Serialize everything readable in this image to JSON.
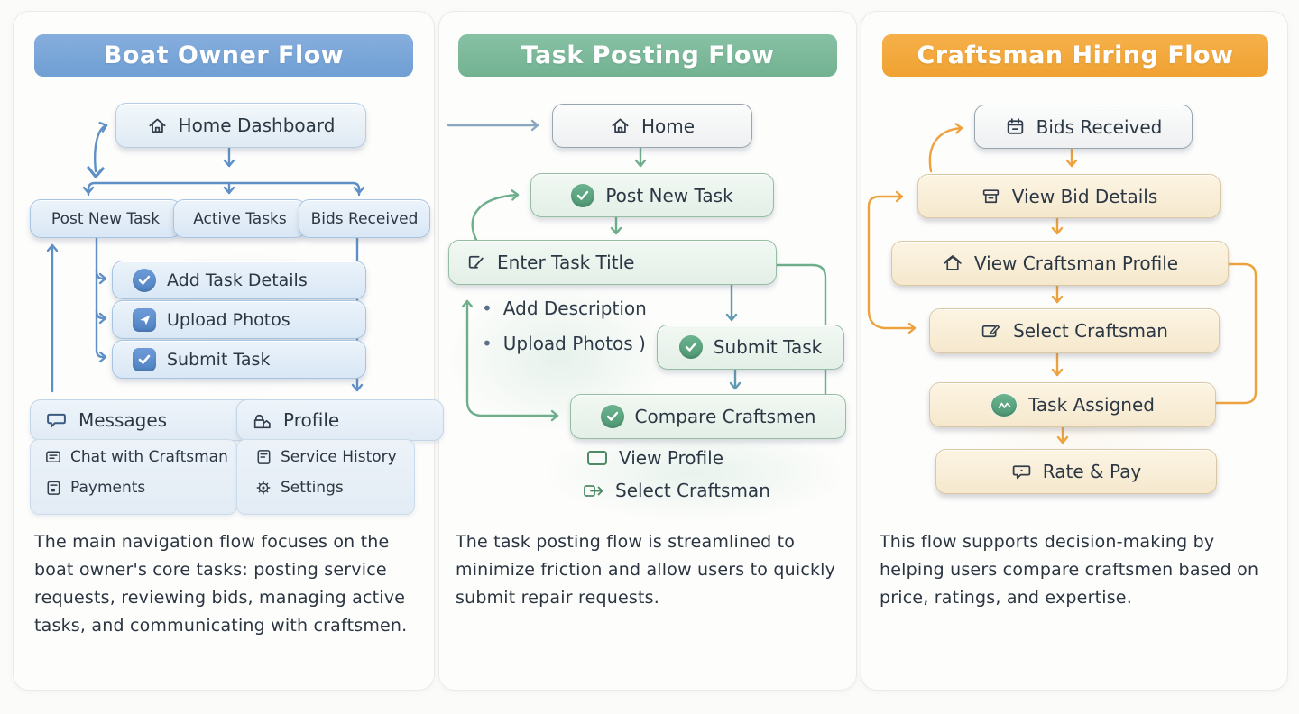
{
  "palette": {
    "blue_header": "#78a5d8",
    "green_header": "#7cb99a",
    "orange_header": "#f4a838",
    "blue_arrow": "#5e8fc6",
    "green_arrow": "#6fae8c",
    "teal_arrow": "#5f9ab2",
    "orange_arrow": "#eda23e",
    "gray_arrow": "#8aa7bf",
    "text": "#2c3744"
  },
  "columns": [
    {
      "header": "Boat Owner Flow",
      "nodes": {
        "home": {
          "label": "Home Dashboard",
          "icon": "home-icon"
        },
        "post_new_task": {
          "label": "Post New Task"
        },
        "active_tasks": {
          "label": "Active Tasks"
        },
        "bids_received": {
          "label": "Bids Received"
        },
        "add_task_details": {
          "label": "Add Task Details",
          "icon": "check-circle-badge-icon"
        },
        "upload_photos": {
          "label": "Upload Photos",
          "icon": "send-badge-icon"
        },
        "submit_task": {
          "label": "Submit Task",
          "icon": "checkbox-badge-icon"
        }
      },
      "groups": {
        "messages": {
          "label": "Messages",
          "icon": "speech-bubble-icon",
          "items": [
            {
              "label": "Chat with Craftsman",
              "icon": "chat-lines-icon"
            },
            {
              "label": "Payments",
              "icon": "receipt-icon"
            }
          ]
        },
        "profile": {
          "label": "Profile",
          "icon": "storefront-icon",
          "items": [
            {
              "label": "Service History",
              "icon": "document-icon"
            },
            {
              "label": "Settings",
              "icon": "gear-icon"
            }
          ]
        }
      },
      "description": "The main navigation flow focuses on the boat owner's core tasks: posting service requests, reviewing bids, managing active tasks, and communicating with craftsmen."
    },
    {
      "header": "Task Posting Flow",
      "nodes": {
        "home": {
          "label": "Home",
          "icon": "home-icon"
        },
        "post_new_task": {
          "label": "Post New Task",
          "icon": "check-circle-badge-icon"
        },
        "enter_task_title": {
          "label": "Enter Task Title",
          "icon": "edit-document-icon"
        },
        "submit_task": {
          "label": "Submit Task",
          "icon": "check-circle-badge-icon"
        },
        "compare_craftsmen": {
          "label": "Compare Craftsmen",
          "icon": "check-circle-badge-icon"
        }
      },
      "bullets": [
        "Add Description",
        "Upload Photos )"
      ],
      "subitems": {
        "view_profile": {
          "label": "View Profile",
          "icon": "square-outline-icon"
        },
        "select_craftsman": {
          "label": "Select Craftsman",
          "icon": "box-arrow-icon"
        }
      },
      "description": "The task posting flow is streamlined to minimize friction and allow users to quickly submit repair requests."
    },
    {
      "header": "Craftsman Hiring Flow",
      "nodes": {
        "bids_received": {
          "label": "Bids Received",
          "icon": "calendar-icon"
        },
        "view_bid_details": {
          "label": "View Bid Details",
          "icon": "archive-box-icon"
        },
        "view_craftsman_profile": {
          "label": "View Craftsman Profile",
          "icon": "house-icon"
        },
        "select_craftsman": {
          "label": "Select Craftsman",
          "icon": "board-pen-icon"
        },
        "task_assigned": {
          "label": "Task Assigned",
          "icon": "green-circle-badge-icon"
        },
        "rate_and_pay": {
          "label": "Rate & Pay",
          "icon": "speech-dot-icon"
        }
      },
      "description": "This flow supports decision-making by helping users compare craftsmen based on price, ratings, and expertise."
    }
  ]
}
